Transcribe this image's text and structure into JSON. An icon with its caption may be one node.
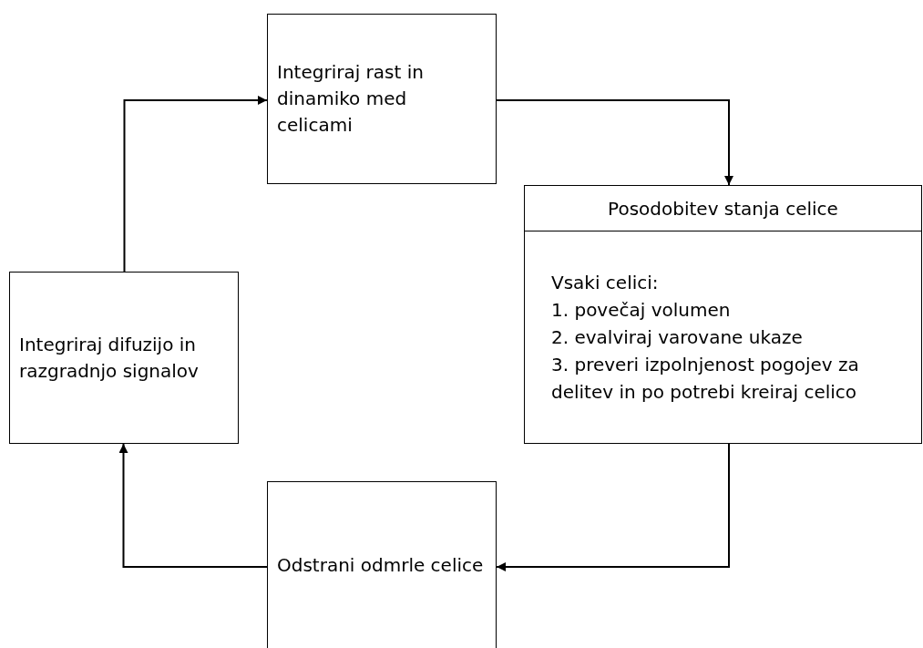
{
  "diagram": {
    "nodes": [
      {
        "text": [
          "Integriraj rast in dinamiko med celicami"
        ]
      },
      {
        "text": [
          "Posodobitev stanja celice",
          "Vsaki celici:",
          "1. povečaj volumen",
          "2. evalviraj varovane ukaze",
          "3. preveri izpolnjenost pogojev za delitev in po potrebi kreiraj celico"
        ]
      },
      {
        "text": [
          "Odstrani odmrle celice"
        ]
      },
      {
        "text": [
          "Integriraj difuzijo in razgradnjo signalov"
        ]
      }
    ],
    "edges": [
      {
        "from": 3,
        "to": 0,
        "arrow": "to"
      },
      {
        "from": 0,
        "to": 1,
        "arrow": "to"
      },
      {
        "from": 1,
        "to": 2,
        "arrow": "to"
      },
      {
        "from": 2,
        "to": 3,
        "arrow": "to"
      }
    ]
  }
}
